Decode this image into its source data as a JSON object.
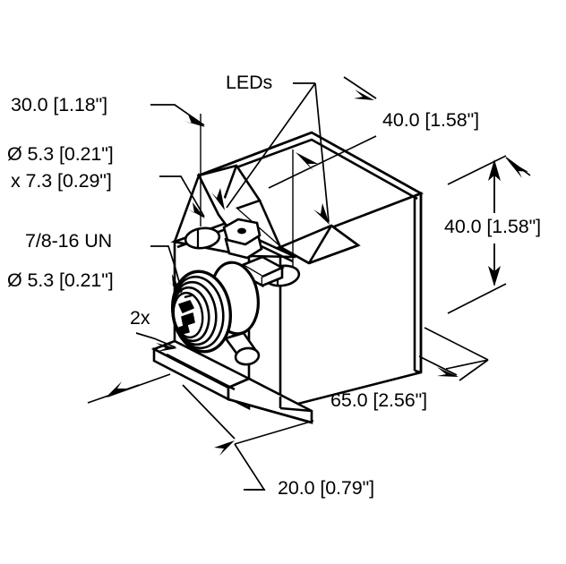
{
  "drawing": {
    "type": "isometric-dimensional-drawing",
    "subject": "rectangular inductive proximity sensor with 7/8-16 UN connector",
    "units_note": "millimeters with inches in brackets",
    "line_color": "#000000",
    "background_color": "#ffffff"
  },
  "dimensions": {
    "width_top": "30.0 [1.18\"]",
    "mounting_slot_dia": "Ø 5.3 [0.21\"]",
    "mounting_slot_len": "x 7.3 [0.29\"]",
    "connector_thread": "7/8-16 UN",
    "hole_dia": "Ø 5.3 [0.21\"]",
    "hole_qty": "2x",
    "body_depth_top": "40.0 [1.58\"]",
    "body_height_side": "40.0 [1.58\"]",
    "body_length": "65.0 [2.56\"]",
    "base_width": "20.0 [0.79\"]"
  },
  "callouts": {
    "leds": "LEDs"
  }
}
